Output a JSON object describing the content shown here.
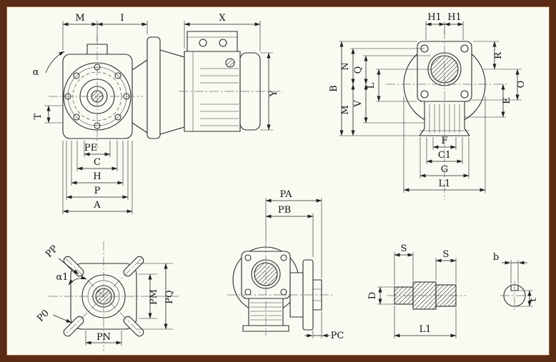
{
  "views": {
    "assembly_side": {
      "dims": {
        "M": "M",
        "I": "I",
        "X": "X",
        "alpha": "α",
        "T": "T",
        "Y": "Y",
        "PE": "PE",
        "C": "C",
        "H": "H",
        "P": "P",
        "A": "A"
      }
    },
    "front": {
      "dims": {
        "H1_left": "H1",
        "H1_right": "H1",
        "R": "R",
        "B": "B",
        "N": "N",
        "Q": "Q",
        "L": "L",
        "M": "M",
        "V": "V",
        "O": "O",
        "E": "E",
        "F": "F",
        "C1": "C1",
        "G": "G",
        "L1": "L1"
      }
    },
    "flange_top": {
      "dims": {
        "PP": "PP",
        "alpha1": "α1",
        "P0": "P0",
        "PM": "PM",
        "PQ": "PQ",
        "PN": "PN"
      }
    },
    "unit_side": {
      "dims": {
        "PA": "PA",
        "PB": "PB",
        "PC": "PC"
      }
    },
    "shaft": {
      "dims": {
        "S_left": "S",
        "S_right": "S",
        "D": "D",
        "L1": "L1",
        "b": "b",
        "t": "t"
      }
    }
  }
}
